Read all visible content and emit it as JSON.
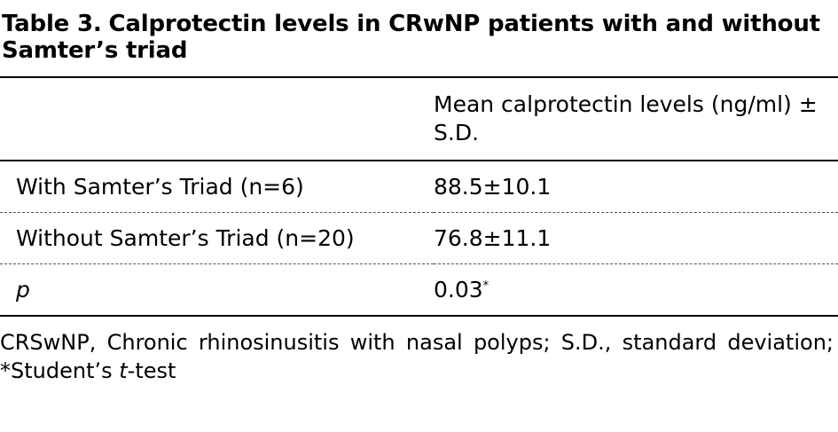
{
  "caption": {
    "label": "Table 3.",
    "title": "Calprotectin levels in CRwNP patients with and without Samter’s triad"
  },
  "table": {
    "header": {
      "col1": "",
      "col2": "Mean calprotectin levels (ng/ml) ± S.D."
    },
    "rows": [
      {
        "label": "With Samter’s Triad (n=6)",
        "value": "88.5±10.1",
        "mark": ""
      },
      {
        "label": "Without Samter’s Triad (n=20)",
        "value": "76.8±11.1",
        "mark": ""
      },
      {
        "label": "p",
        "value": "0.03",
        "mark": "*"
      }
    ]
  },
  "footnote": {
    "part1": "CRSwNP, Chronic rhinosinusitis with nasal polyps; S.D., standard deviation; *Student’s ",
    "italic": "t",
    "part2": "-test"
  }
}
